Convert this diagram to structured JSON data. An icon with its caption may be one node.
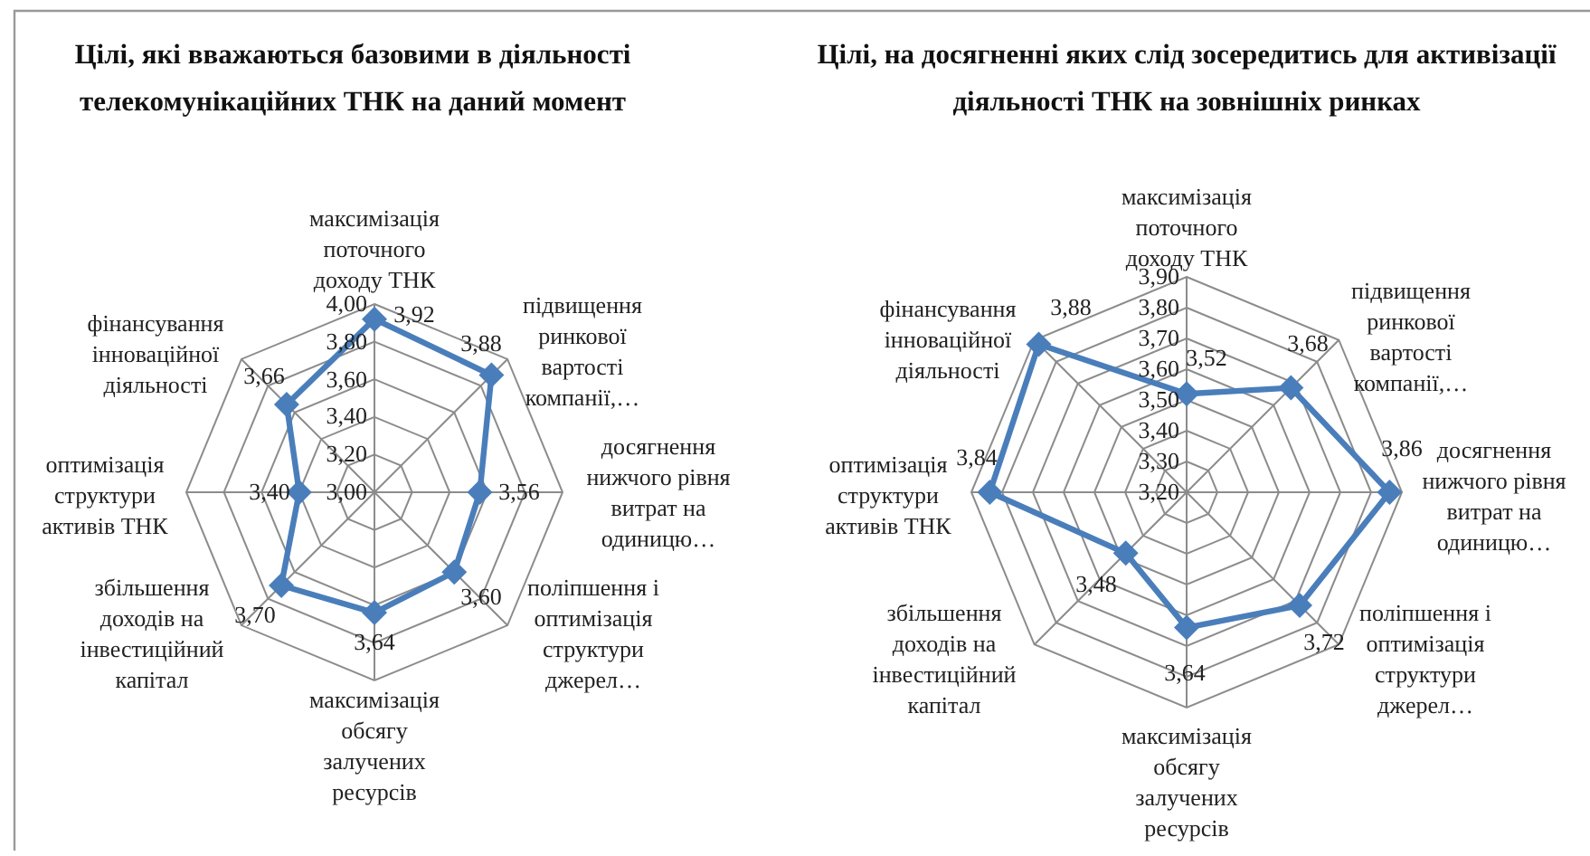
{
  "diagram": {
    "labels": [
      "Цілі, які вважаються базовими в діяльності телекомунікаційних ТНК на даний момент",
      "максимізація поточного доходу ТНК",
      "підвищення ринкової вартості компанії,…",
      "досягнення нижчого рівня витрат на одиницю…",
      "поліпшення і оптимізація структури джерел…",
      "максимізація обсягу залучених ресурсів",
      "збільшення доходів на інвестиційний капітал",
      "оптимізація структури активів ТНК",
      "фінансування інноваційної діяльності",
      "4,00",
      "3,80",
      "3,60",
      "3,40",
      "3,20",
      "3,00",
      "3,92",
      "3,88",
      "3,56",
      "3,60",
      "3,64",
      "3,70",
      "3,40",
      "3,66",
      "Цілі, на досягненні яких слід зосередитись для активізації діяльності ТНК на зовнішніх ринках",
      "максимізація поточного доходу ТНК",
      "підвищення ринкової вартості компанії,…",
      "досягнення нижчого рівня витрат на одиницю…",
      "поліпшення і оптимізація структури джерел…",
      "максимізація обсягу залучених ресурсів",
      "збільшення доходів на інвестиційний капітал",
      "оптимізація структури активів ТНК",
      "фінансування інноваційної діяльності",
      "3,90",
      "3,80",
      "3,70",
      "3,60",
      "3,50",
      "3,40",
      "3,30",
      "3,20",
      "3,52",
      "3,68",
      "3,86",
      "3,72",
      "3,64",
      "3,48",
      "3,84",
      "3,88"
    ]
  }
}
